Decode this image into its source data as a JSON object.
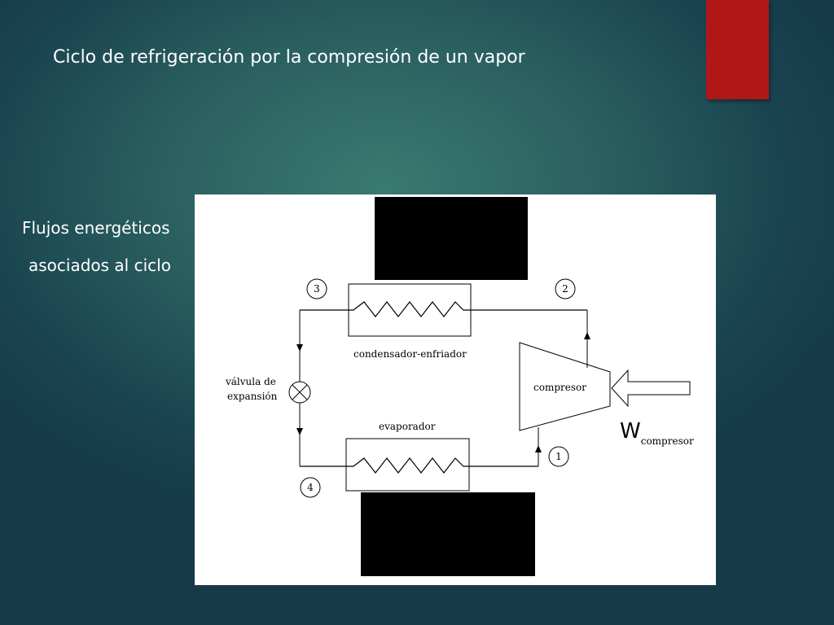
{
  "slide": {
    "title": "Ciclo de refrigeración por la compresión de un vapor",
    "side_note": [
      "Flujos energéticos",
      "asociados al ciclo"
    ]
  },
  "diagram": {
    "components": {
      "condenser": "condensador-enfriador",
      "evaporator": "evaporador",
      "compressor": "compresor",
      "valve_line1": "válvula de",
      "valve_line2": "expansión"
    },
    "states": [
      "1",
      "2",
      "3",
      "4"
    ],
    "work_symbol": "W",
    "work_subscript": "compresor"
  },
  "colors": {
    "accent": "#b01818",
    "background": "#2a5f60",
    "redaction": "#000000"
  }
}
